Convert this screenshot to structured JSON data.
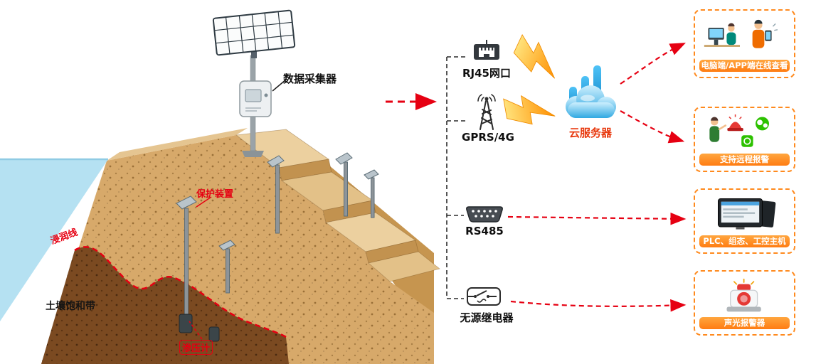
{
  "colors": {
    "accent_red": "#e60012",
    "banner_orange": "#ff7c12",
    "bolt_orange": "#ff9800",
    "cloud_blue": "#2fa8e1",
    "water_blue": "#b5e1f2"
  },
  "terrain": {
    "data_collector": "数据采集器",
    "protection": "保护装置",
    "saturation_line": "浸润线",
    "soil_zone": "土壤饱和带",
    "piezometer": "渗压计"
  },
  "interfaces": [
    {
      "label": "RJ45网口"
    },
    {
      "label": "GPRS/4G"
    },
    {
      "label": "RS485"
    },
    {
      "label": "无源继电器"
    }
  ],
  "cloud": {
    "label": "云服务器"
  },
  "outputs": [
    {
      "label": "电脑端/APP端在线查看"
    },
    {
      "label": "支持远程报警"
    },
    {
      "label": "PLC、组态、工控主机"
    },
    {
      "label": "声光报警器"
    }
  ]
}
